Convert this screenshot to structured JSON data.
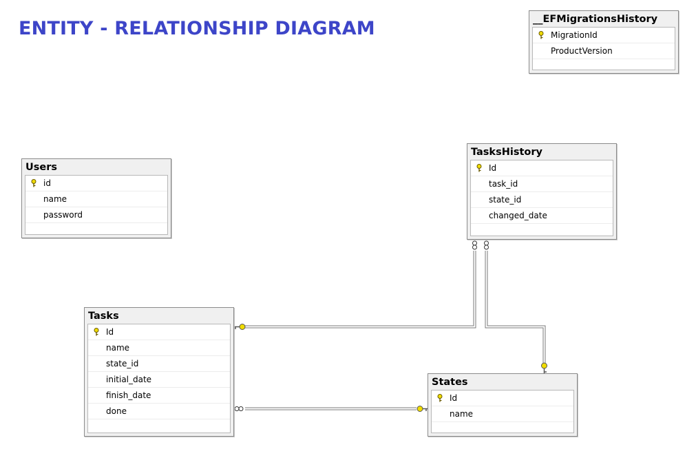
{
  "title": "ENTITY - RELATIONSHIP DIAGRAM",
  "tables": {
    "migrations": {
      "name": "__EFMigrationsHistory",
      "columns": [
        {
          "name": "MigrationId",
          "pk": true
        },
        {
          "name": "ProductVersion",
          "pk": false
        }
      ]
    },
    "users": {
      "name": "Users",
      "columns": [
        {
          "name": "id",
          "pk": true
        },
        {
          "name": "name",
          "pk": false
        },
        {
          "name": "password",
          "pk": false
        }
      ]
    },
    "taskshistory": {
      "name": "TasksHistory",
      "columns": [
        {
          "name": "Id",
          "pk": true
        },
        {
          "name": "task_id",
          "pk": false
        },
        {
          "name": "state_id",
          "pk": false
        },
        {
          "name": "changed_date",
          "pk": false
        }
      ]
    },
    "tasks": {
      "name": "Tasks",
      "columns": [
        {
          "name": "Id",
          "pk": true
        },
        {
          "name": "name",
          "pk": false
        },
        {
          "name": "state_id",
          "pk": false
        },
        {
          "name": "initial_date",
          "pk": false
        },
        {
          "name": "finish_date",
          "pk": false
        },
        {
          "name": "done",
          "pk": false
        }
      ]
    },
    "states": {
      "name": "States",
      "columns": [
        {
          "name": "Id",
          "pk": true
        },
        {
          "name": "name",
          "pk": false
        }
      ]
    }
  },
  "relationships": [
    {
      "from": "TasksHistory",
      "to": "Tasks",
      "from_end": "many",
      "to_end": "one"
    },
    {
      "from": "TasksHistory",
      "to": "States",
      "from_end": "many",
      "to_end": "one"
    },
    {
      "from": "Tasks",
      "to": "States",
      "from_end": "many",
      "to_end": "one"
    }
  ],
  "icons": {
    "primary_key": "key-icon"
  },
  "colors": {
    "title": "#3d45c8",
    "key": "#e8d200",
    "line": "#808080"
  }
}
